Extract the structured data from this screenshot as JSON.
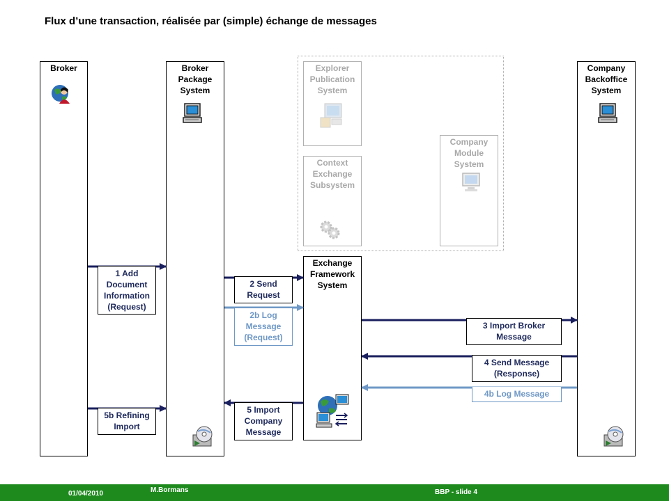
{
  "title": "Flux d’une transaction, réalisée par (simple) échange de messages",
  "lanes": {
    "broker": "Broker",
    "broker_package": [
      "Broker",
      "Package",
      "System"
    ],
    "explorer": [
      "Explorer",
      "Publication",
      "System"
    ],
    "context": [
      "Context",
      "Exchange",
      "Subsystem"
    ],
    "company_module": [
      "Company",
      "Module",
      "System"
    ],
    "exchange_framework": [
      "Exchange",
      "Framework",
      "System"
    ],
    "company_backoffice": [
      "Company",
      "Backoffice",
      "System"
    ]
  },
  "messages": {
    "m1": [
      "1 Add",
      "Document",
      "Information",
      "(Request)"
    ],
    "m2": [
      "2 Send",
      "Request"
    ],
    "m2b": [
      "2b Log",
      "Message",
      "(Request)"
    ],
    "m3": [
      "3 Import Broker",
      "Message"
    ],
    "m4": [
      "4 Send Message",
      "(Response)"
    ],
    "m4b": [
      "4b Log Message"
    ],
    "m5": [
      "5 Import",
      "Company",
      "Message"
    ],
    "m5b": [
      "5b Refining",
      "Import"
    ]
  },
  "colors": {
    "arrow_dark": "#1a1f5e",
    "arrow_light": "#6f98c6",
    "footer": "#1e8a1e"
  },
  "footer": {
    "date": "01/04/2010",
    "author": "M.Bormans",
    "slide": "BBP  -  slide 4"
  }
}
